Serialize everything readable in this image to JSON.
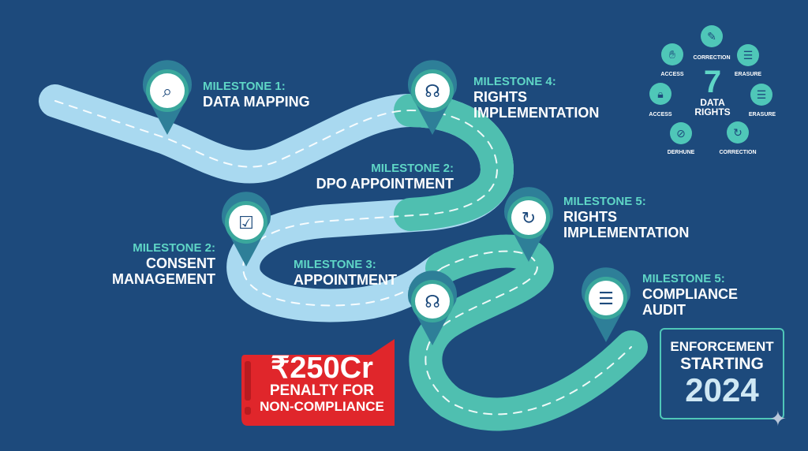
{
  "milestones": [
    {
      "heading": "MILESTONE 1:",
      "title": "DATA MAPPING",
      "icon": "database-search-icon"
    },
    {
      "heading": "MILESTONE 4:",
      "title": "RIGHTS IMPLEMENTATION",
      "icon": "headset-agent-icon"
    },
    {
      "heading": "MILESTONE 2:",
      "title": "DPO APPOINTMENT"
    },
    {
      "heading": "MILESTONE 2:",
      "title": "CONSENT MANAGEMENT",
      "icon": "checkbox-click-icon"
    },
    {
      "heading": "MILESTONE 3:",
      "title": "APPOINTMENT",
      "icon": "headset-agent-icon"
    },
    {
      "heading": "MILESTONE 5:",
      "title": "RIGHTS IMPLEMENTATION",
      "icon": "user-sync-icon"
    },
    {
      "heading": "MILESTONE 5:",
      "title": "COMPLIANCE AUDIT",
      "icon": "clipboard-check-icon"
    }
  ],
  "data_rights": {
    "number": "7",
    "label1": "DATA",
    "label2": "RIGHTS",
    "items": [
      {
        "label": "CORRECTION",
        "icon": "document-edit-icon"
      },
      {
        "label": "ERASURE",
        "icon": "server-erase-icon"
      },
      {
        "label": "ERASURE",
        "icon": "server-icon"
      },
      {
        "label": "CORRECTION",
        "icon": "refresh-icon"
      },
      {
        "label": "DERHUNE",
        "icon": "trash-crossed-icon"
      },
      {
        "label": "ACCESS",
        "icon": "lock-icon"
      },
      {
        "label": "ACCESS",
        "icon": "hand-icon"
      }
    ]
  },
  "penalty": {
    "amount": "₹250Cr",
    "line1": "PENALTY FOR",
    "line2": "NON-COMPLIANCE"
  },
  "enforcement": {
    "line1": "ENFORCEMENT",
    "line2": "STARTING",
    "year": "2024"
  },
  "colors": {
    "background": "#1d4a7c",
    "road_light": "#a9d9f0",
    "road_teal": "#4fbfb0",
    "accent": "#5fd6c6",
    "penalty": "#e0262b"
  }
}
